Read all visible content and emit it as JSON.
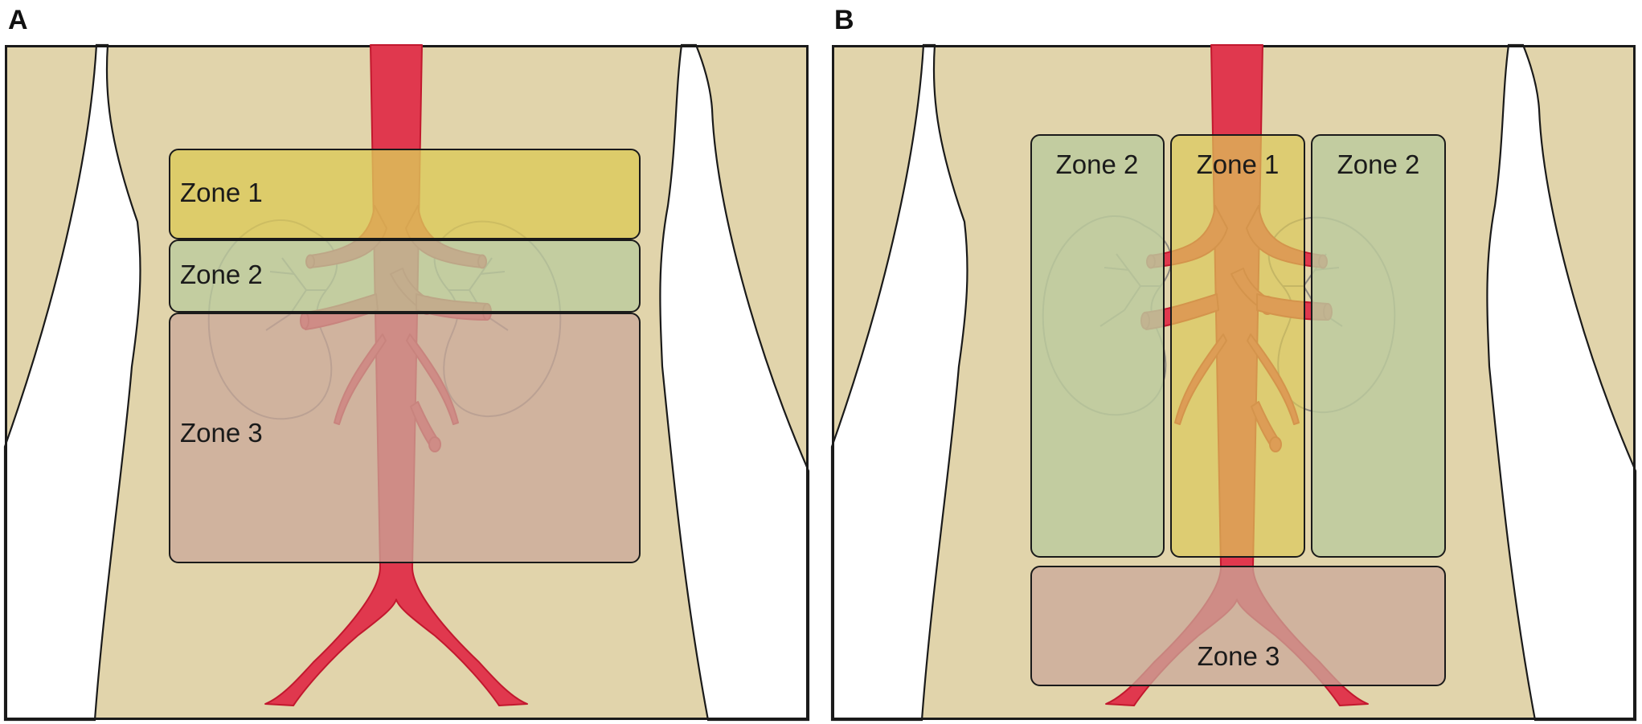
{
  "panels": [
    {
      "letter": "A",
      "zones": {
        "z1": "Zone 1",
        "z2": "Zone 2",
        "z3": "Zone 3"
      }
    },
    {
      "letter": "B",
      "zones": {
        "z2_left": "Zone 2",
        "z1": "Zone 1",
        "z2_right": "Zone 2",
        "z3": "Zone 3"
      }
    }
  ],
  "colors": {
    "skin": "#e1d4ab",
    "outline": "#1a1a1a",
    "aorta": "#e0384e",
    "zone1": "#dcc95a",
    "zone2": "#bcca9e",
    "zone3": "#c9a89a",
    "kidney_line": "#8f8a80"
  }
}
